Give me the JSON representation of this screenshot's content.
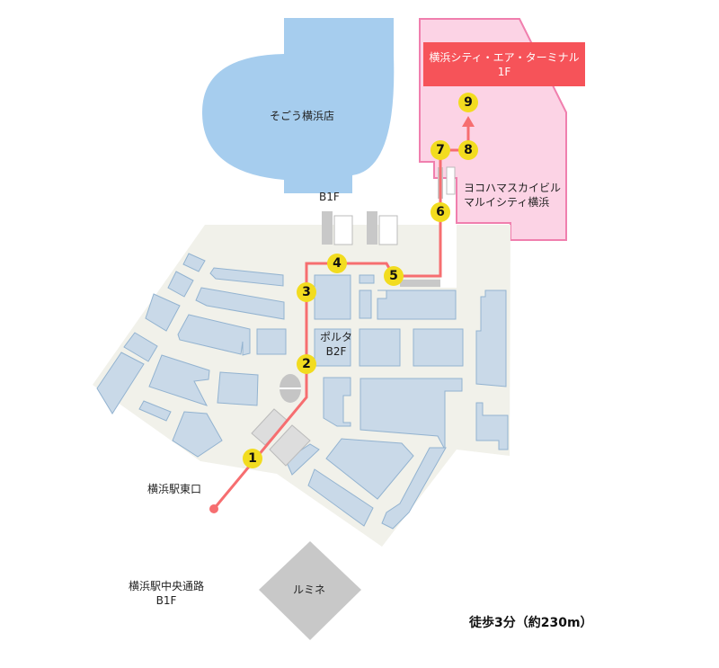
{
  "labels": {
    "sogo": "そごう横浜店",
    "b1f_top": "B1F",
    "terminal_name": "横浜シティ・エア・ターミナル",
    "terminal_floor": "1F",
    "marui_1": "ヨコハマスカイビル",
    "marui_2": "マルイシティ横浜",
    "porta_1": "ポルタ",
    "porta_2": "B2F",
    "east_exit": "横浜駅東口",
    "central_1": "横浜駅中央通路",
    "central_2": "B1F",
    "lumine": "ルミネ"
  },
  "walk_time": "徒歩3分（約230m）",
  "route_steps": [
    "1",
    "2",
    "3",
    "4",
    "5",
    "6",
    "7",
    "8",
    "9"
  ],
  "colors": {
    "route": "#f66e70",
    "marker": "#f2dc1f",
    "banner": "#f65359",
    "pink_area": "#fcd3e5",
    "sogo": "#a6cdee",
    "floor": "#f1f1ea",
    "shop": "#c9d9e8"
  }
}
